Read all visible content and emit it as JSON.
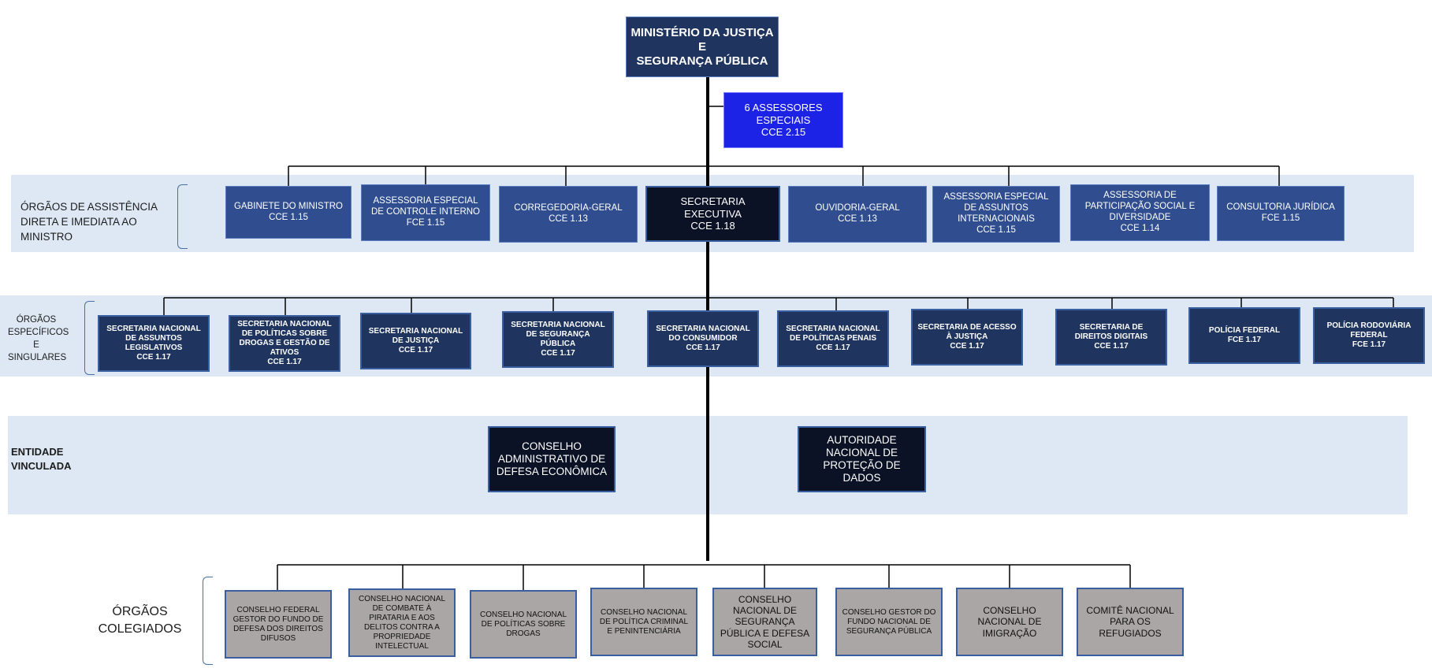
{
  "top": {
    "line1": "MINISTÉRIO DA JUSTIÇA E",
    "line2": "SEGURANÇA PÚBLICA"
  },
  "advisors": {
    "line1": "6 ASSESSORES",
    "line2": "ESPECIAIS",
    "line3": "CCE 2.15"
  },
  "sections": {
    "assist": {
      "line1": "ÓRGÃOS DE ASSISTÊNCIA",
      "line2": "DIRETA E IMEDIATA AO",
      "line3": "MINISTRO"
    },
    "specific": {
      "line1": "ÓRGÃOS",
      "line2": "ESPECÍFICOS",
      "line3": "E",
      "line4": "SINGULARES"
    },
    "entity": {
      "line1": "ENTIDADE",
      "line2": "VINCULADA"
    },
    "colleg": {
      "line1": "ÓRGÃOS",
      "line2": "COLEGIADOS"
    }
  },
  "assist_boxes": [
    {
      "name": "GABINETE DO MINISTRO",
      "code": "CCE 1.15"
    },
    {
      "name": "ASSESSORIA ESPECIAL DE CONTROLE INTERNO",
      "code": "FCE 1.15"
    },
    {
      "name": "CORREGEDORIA-GERAL",
      "code": "CCE 1.13"
    },
    {
      "name": "SECRETARIA EXECUTIVA",
      "code": "CCE 1.18"
    },
    {
      "name": "OUVIDORIA-GERAL",
      "code": "CCE 1.13"
    },
    {
      "name": "ASSESSORIA ESPECIAL DE ASSUNTOS INTERNACIONAIS",
      "code": "CCE 1.15"
    },
    {
      "name": "ASSESSORIA DE PARTICIPAÇÃO SOCIAL E DIVERSIDADE",
      "code": "CCE 1.14"
    },
    {
      "name": "CONSULTORIA JURÍDICA",
      "code": "FCE 1.15"
    }
  ],
  "specific_boxes": [
    {
      "name": "SECRETARIA NACIONAL DE ASSUNTOS LEGISLATIVOS",
      "code": "CCE 1.17"
    },
    {
      "name": "SECRETARIA NACIONAL DE POLÍTICAS SOBRE DROGAS E GESTÃO DE ATIVOS",
      "code": "CCE 1.17"
    },
    {
      "name": "SECRETARIA NACIONAL DE JUSTIÇA",
      "code": "CCE 1.17"
    },
    {
      "name": "SECRETARIA NACIONAL DE SEGURANÇA PÚBLICA",
      "code": "CCE 1.17"
    },
    {
      "name": "SECRETARIA NACIONAL DO CONSUMIDOR",
      "code": "CCE 1.17"
    },
    {
      "name": "SECRETARIA NACIONAL DE POLÍTICAS PENAIS",
      "code": "CCE 1.17"
    },
    {
      "name": "SECRETARIA DE ACESSO À JUSTIÇA",
      "code": "CCE 1.17"
    },
    {
      "name": "SECRETARIA DE DIREITOS DIGITAIS",
      "code": "CCE 1.17"
    },
    {
      "name": "POLÍCIA FEDERAL",
      "code": "FCE 1.17"
    },
    {
      "name": "POLÍCIA RODOVIÁRIA FEDERAL",
      "code": "FCE 1.17"
    }
  ],
  "entity_boxes": [
    {
      "name": "CONSELHO ADMINISTRATIVO DE DEFESA ECONÔMICA"
    },
    {
      "name": "AUTORIDADE NACIONAL DE PROTEÇÃO DE DADOS"
    }
  ],
  "colleg_boxes": [
    {
      "name": "CONSELHO FEDERAL GESTOR DO FUNDO DE DEFESA DOS DIREITOS DIFUSOS"
    },
    {
      "name": "CONSELHO NACIONAL DE COMBATE À PIRATARIA E AOS DELITOS CONTRA A PROPRIEDADE INTELECTUAL"
    },
    {
      "name": "CONSELHO NACIONAL DE POLÍTICAS SOBRE DROGAS"
    },
    {
      "name": "CONSELHO NACIONAL DE POLÍTICA CRIMINAL E PENINTENCIÁRIA"
    },
    {
      "name": "CONSELHO NACIONAL DE SEGURANÇA PÚBLICA E DEFESA SOCIAL"
    },
    {
      "name": "CONSELHO GESTOR DO FUNDO NACIONAL DE SEGURANÇA PÚBLICA"
    },
    {
      "name": "CONSELHO NACIONAL DE IMIGRAÇÃO"
    },
    {
      "name": "COMITÊ NACIONAL PARA OS REFUGIADOS"
    }
  ],
  "colors": {
    "band": "#dde8f4",
    "navy": "#1f3560",
    "bright_blue": "#1c22e6",
    "gray": "#aaa6a6"
  }
}
